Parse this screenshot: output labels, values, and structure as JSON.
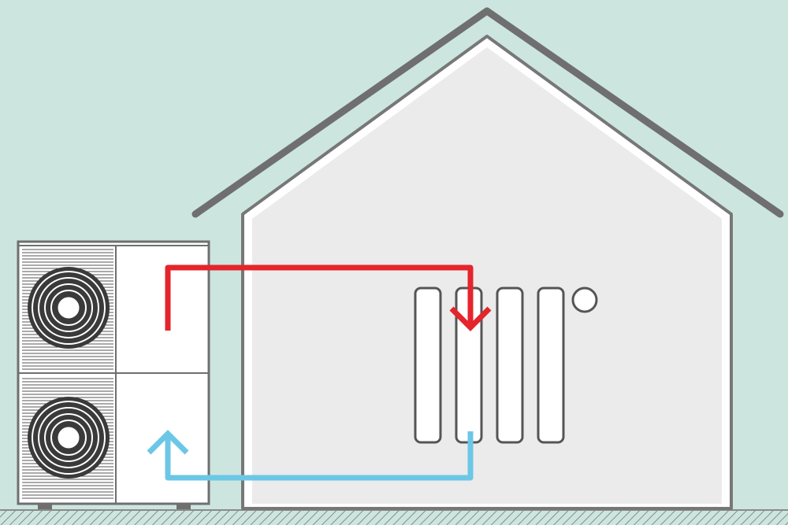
{
  "colors": {
    "background": "#cce6df",
    "roof": "#6f6f6f",
    "house_fill": "#ebebeb",
    "house_outline": "#777777",
    "unit_body": "#ffffff",
    "unit_outline": "#6f6f6f",
    "fan_dark": "#3a3a3a",
    "radiator_outline": "#555555",
    "hot_flow": "#e4252b",
    "cold_flow": "#6cc7e6",
    "ground_hatch": "#8a8a8a"
  },
  "icons": {
    "heat_pump": "heat-pump-unit-icon",
    "fan": "fan-icon",
    "radiator": "radiator-icon",
    "hot_pipe": "supply-flow-arrow",
    "cold_pipe": "return-flow-arrow"
  },
  "radiator": {
    "fins": 4
  }
}
